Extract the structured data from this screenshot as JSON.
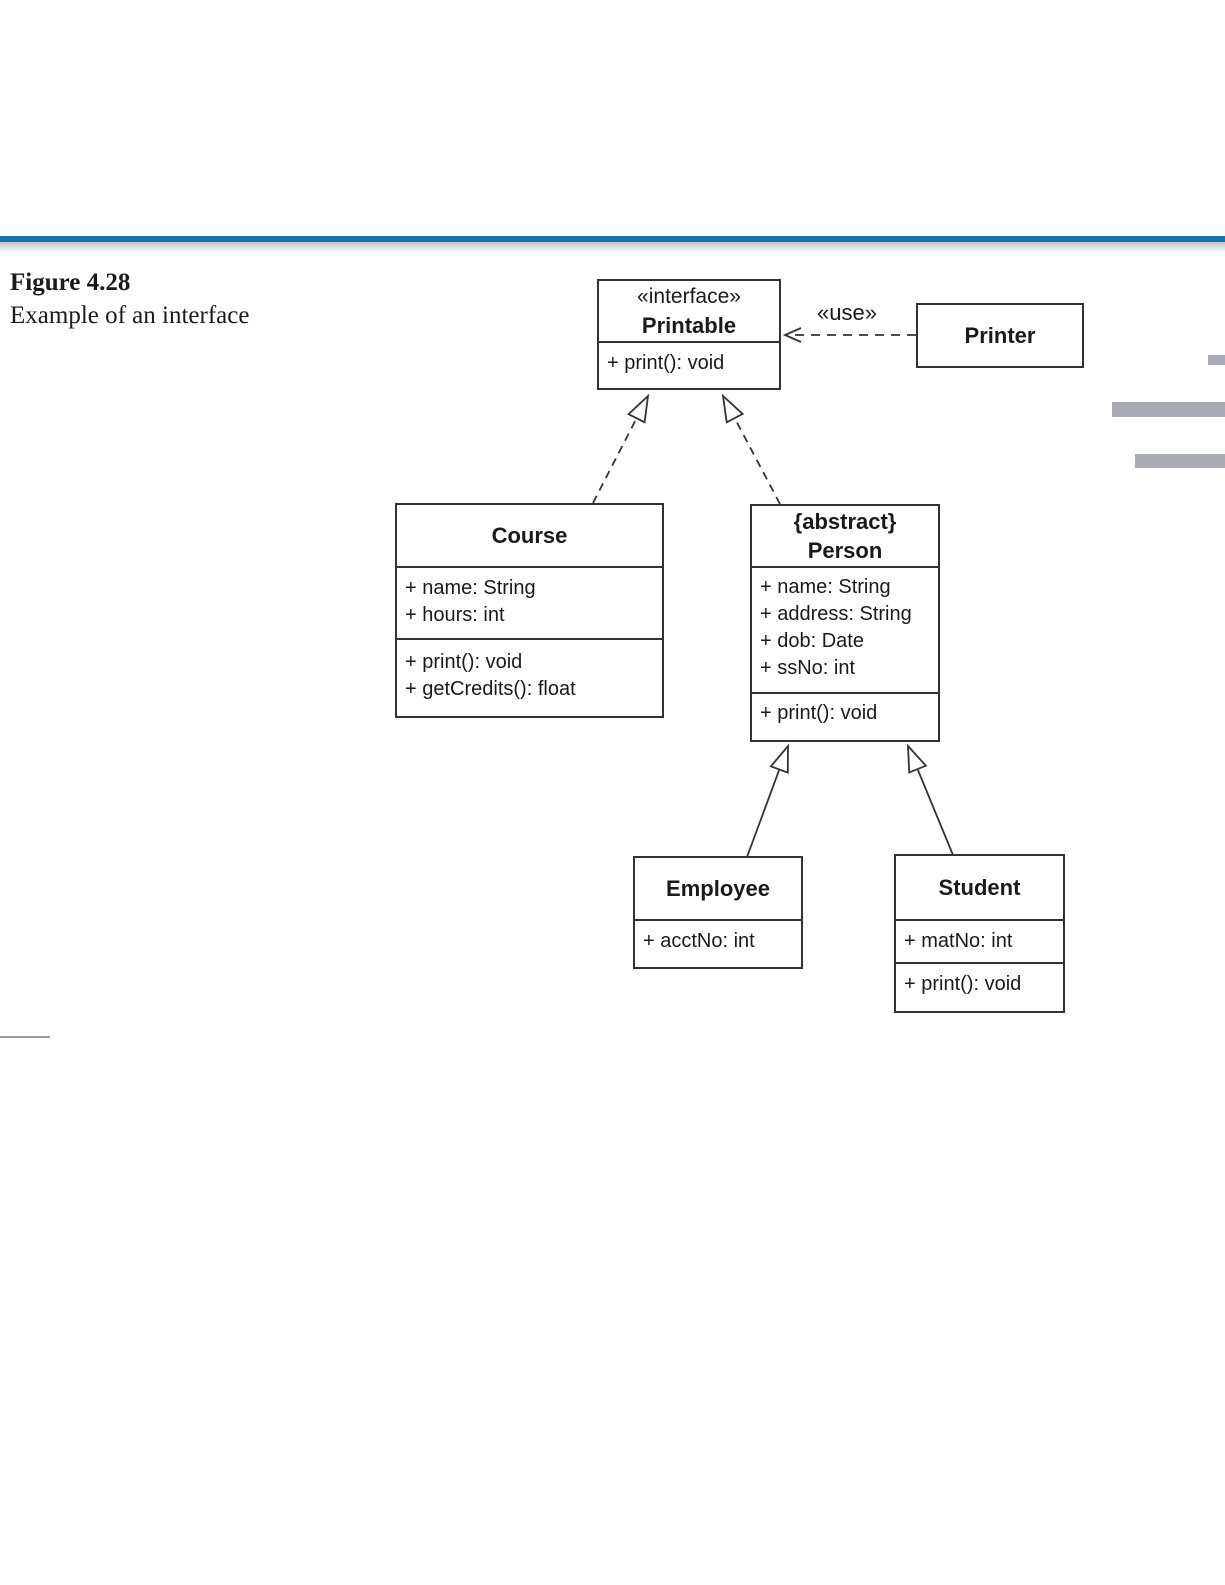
{
  "figure": {
    "title": "Figure 4.28",
    "subtitle": "Example of an interface"
  },
  "colors": {
    "accent_rule": "#1173ad",
    "sidebar_bars": "#a9acb5",
    "diagram_lines": "#333333"
  },
  "diagram": {
    "use_label": "«use»",
    "classes": {
      "printable": {
        "stereotype": "«interface»",
        "name": "Printable",
        "operations": [
          "+ print(): void"
        ]
      },
      "printer": {
        "name": "Printer"
      },
      "course": {
        "name": "Course",
        "attributes": [
          "+ name: String",
          "+ hours: int"
        ],
        "operations": [
          "+ print(): void",
          "+ getCredits(): float"
        ]
      },
      "person": {
        "stereotype": "{abstract}",
        "name": "Person",
        "attributes": [
          "+ name: String",
          "+ address: String",
          "+ dob: Date",
          "+ ssNo: int"
        ],
        "operations": [
          "+ print(): void"
        ]
      },
      "employee": {
        "name": "Employee",
        "attributes": [
          "+ acctNo: int"
        ]
      },
      "student": {
        "name": "Student",
        "attributes": [
          "+ matNo: int"
        ],
        "operations": [
          "+ print(): void"
        ]
      }
    },
    "relationships": [
      {
        "from": "Course",
        "to": "Printable",
        "type": "realization"
      },
      {
        "from": "Person",
        "to": "Printable",
        "type": "realization"
      },
      {
        "from": "Employee",
        "to": "Person",
        "type": "generalization"
      },
      {
        "from": "Student",
        "to": "Person",
        "type": "generalization"
      },
      {
        "from": "Printer",
        "to": "Printable",
        "type": "dependency",
        "label": "«use»"
      }
    ]
  }
}
